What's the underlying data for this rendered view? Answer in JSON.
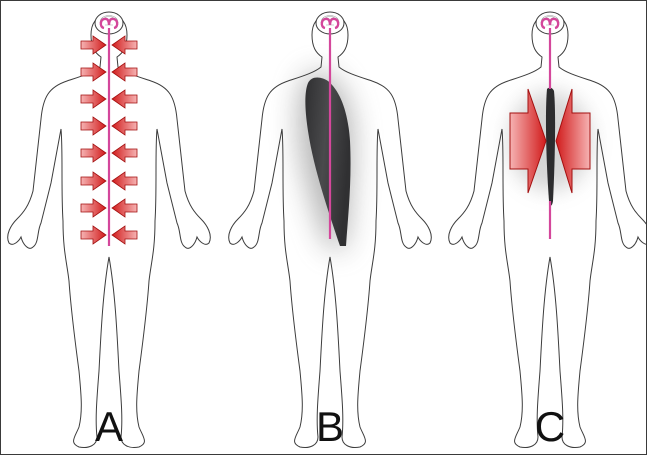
{
  "colors": {
    "outline": "#3c3c3c",
    "spinal_cord": "#d4479b",
    "arrow_fill": "#d11b1b",
    "arrow_edge": "#a30f0f",
    "arrow_light": "#f6b3b3",
    "dark_mass": "#3b3b3d",
    "shadow": "#7a7a7a"
  },
  "panels": [
    {
      "label": "A",
      "illustration": "spinal-cord-compressed-at-multiple-levels"
    },
    {
      "label": "B",
      "illustration": "dark-lesion-alongside-spinal-cord"
    },
    {
      "label": "C",
      "illustration": "large-lateral-arrows-squeezing-spinal-cord"
    }
  ]
}
